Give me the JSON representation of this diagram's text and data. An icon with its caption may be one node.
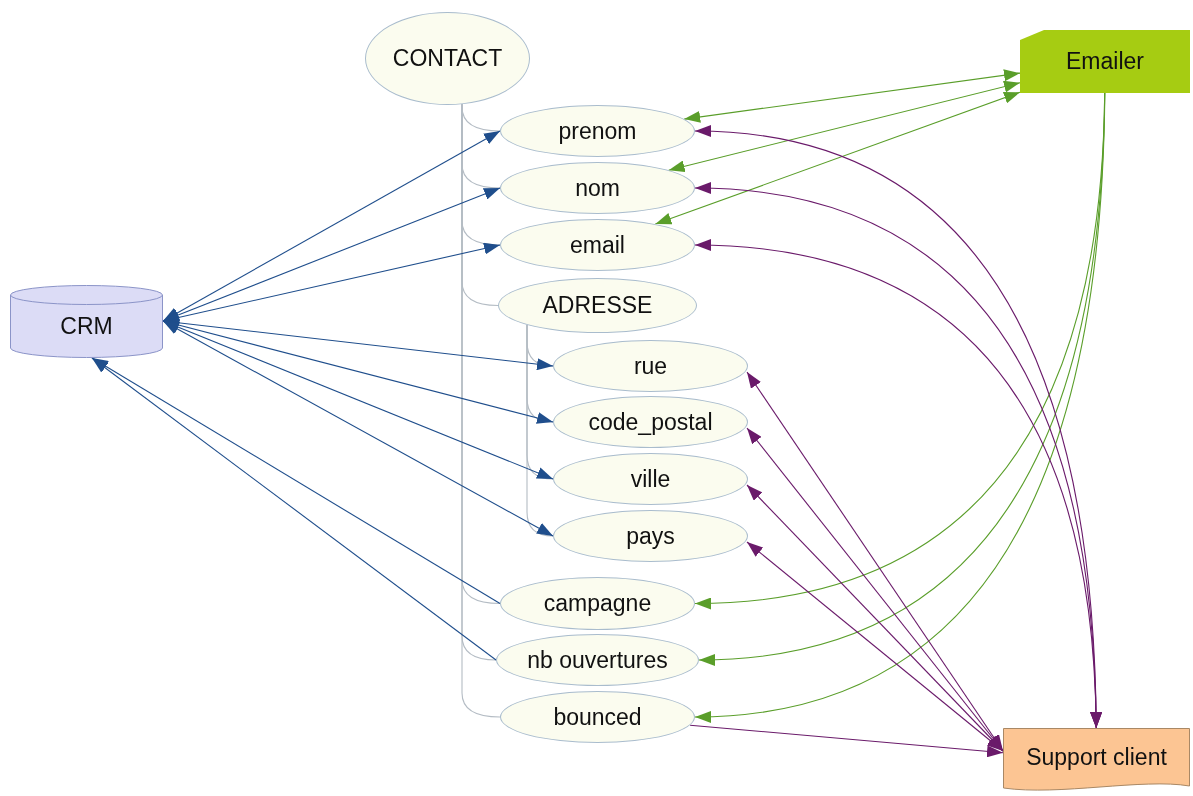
{
  "diagram": {
    "nodes": [
      {
        "text": [
          "CONTACT"
        ]
      },
      {
        "text": [
          "prenom"
        ]
      },
      {
        "text": [
          "nom"
        ]
      },
      {
        "text": [
          "email"
        ]
      },
      {
        "text": [
          "ADRESSE"
        ]
      },
      {
        "text": [
          "rue"
        ]
      },
      {
        "text": [
          "code_postal"
        ]
      },
      {
        "text": [
          "ville"
        ]
      },
      {
        "text": [
          "pays"
        ]
      },
      {
        "text": [
          "campagne"
        ]
      },
      {
        "text": [
          "nb ouvertures"
        ]
      },
      {
        "text": [
          "bounced"
        ]
      },
      {
        "text": [
          "CRM"
        ]
      },
      {
        "text": [
          "Emailer"
        ]
      },
      {
        "text": [
          "Support client"
        ]
      }
    ],
    "edges": [
      {
        "from": 0,
        "to": 1,
        "arrow": "none"
      },
      {
        "from": 0,
        "to": 2,
        "arrow": "none"
      },
      {
        "from": 0,
        "to": 3,
        "arrow": "none"
      },
      {
        "from": 0,
        "to": 4,
        "arrow": "none"
      },
      {
        "from": 0,
        "to": 9,
        "arrow": "none"
      },
      {
        "from": 0,
        "to": 10,
        "arrow": "none"
      },
      {
        "from": 0,
        "to": 11,
        "arrow": "none"
      },
      {
        "from": 4,
        "to": 5,
        "arrow": "none"
      },
      {
        "from": 4,
        "to": 6,
        "arrow": "none"
      },
      {
        "from": 4,
        "to": 7,
        "arrow": "none"
      },
      {
        "from": 4,
        "to": 8,
        "arrow": "none"
      },
      {
        "from": 12,
        "to": 1,
        "arrow": "both",
        "color": "#1f4e8c"
      },
      {
        "from": 12,
        "to": 2,
        "arrow": "both",
        "color": "#1f4e8c"
      },
      {
        "from": 12,
        "to": 3,
        "arrow": "both",
        "color": "#1f4e8c"
      },
      {
        "from": 12,
        "to": 5,
        "arrow": "both",
        "color": "#1f4e8c"
      },
      {
        "from": 12,
        "to": 6,
        "arrow": "both",
        "color": "#1f4e8c"
      },
      {
        "from": 12,
        "to": 7,
        "arrow": "both",
        "color": "#1f4e8c"
      },
      {
        "from": 12,
        "to": 8,
        "arrow": "both",
        "color": "#1f4e8c"
      },
      {
        "from": 9,
        "to": 12,
        "arrow": "to",
        "color": "#1f4e8c"
      },
      {
        "from": 10,
        "to": 12,
        "arrow": "to",
        "color": "#1f4e8c"
      },
      {
        "from": 13,
        "to": 1,
        "arrow": "both",
        "color": "#5a9e2a"
      },
      {
        "from": 13,
        "to": 2,
        "arrow": "both",
        "color": "#5a9e2a"
      },
      {
        "from": 13,
        "to": 3,
        "arrow": "both",
        "color": "#5a9e2a"
      },
      {
        "from": 13,
        "to": 9,
        "arrow": "to",
        "color": "#5a9e2a"
      },
      {
        "from": 13,
        "to": 10,
        "arrow": "to",
        "color": "#5a9e2a"
      },
      {
        "from": 13,
        "to": 11,
        "arrow": "to",
        "color": "#5a9e2a"
      },
      {
        "from": 14,
        "to": 1,
        "arrow": "both",
        "color": "#6a1a6a"
      },
      {
        "from": 14,
        "to": 2,
        "arrow": "both",
        "color": "#6a1a6a"
      },
      {
        "from": 14,
        "to": 3,
        "arrow": "both",
        "color": "#6a1a6a"
      },
      {
        "from": 14,
        "to": 5,
        "arrow": "both",
        "color": "#6a1a6a"
      },
      {
        "from": 14,
        "to": 6,
        "arrow": "both",
        "color": "#6a1a6a"
      },
      {
        "from": 14,
        "to": 7,
        "arrow": "both",
        "color": "#6a1a6a"
      },
      {
        "from": 14,
        "to": 8,
        "arrow": "both",
        "color": "#6a1a6a"
      },
      {
        "from": 11,
        "to": 14,
        "arrow": "to",
        "color": "#6a1a6a"
      }
    ]
  }
}
